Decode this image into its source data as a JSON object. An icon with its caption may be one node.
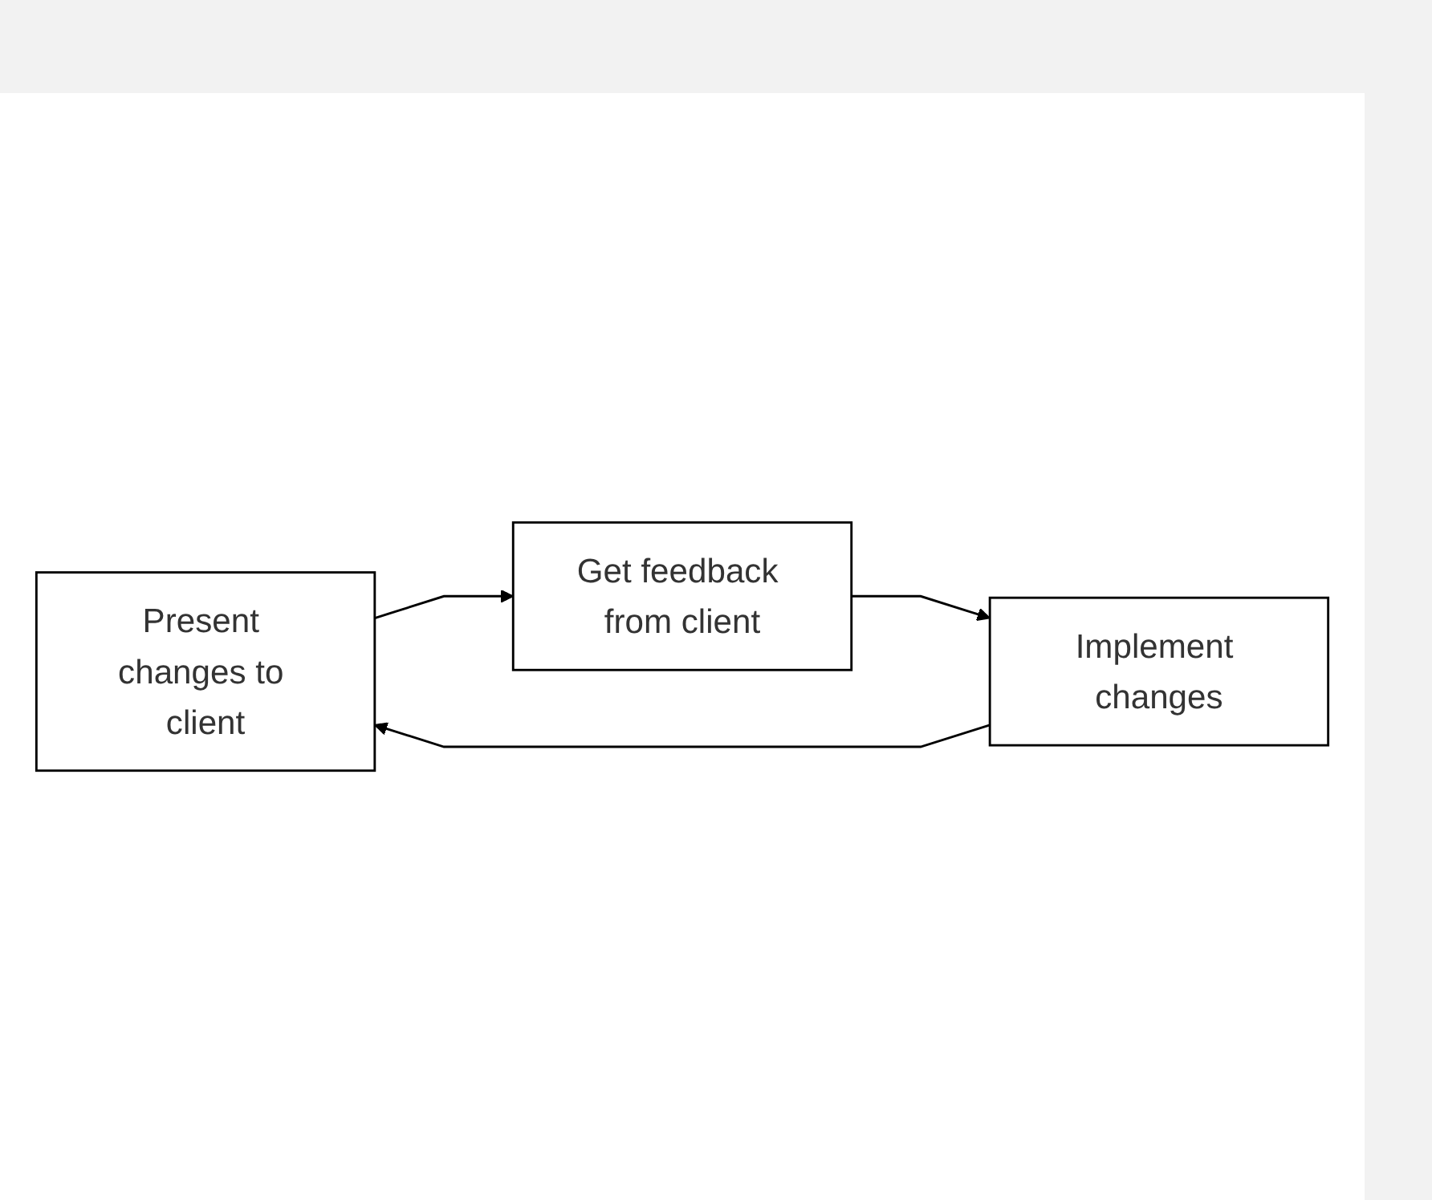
{
  "diagram": {
    "nodes": [
      {
        "text": [
          "Present changes to client"
        ]
      },
      {
        "text": [
          "Implement changes"
        ]
      },
      {
        "text": [
          "Get feedback from client"
        ]
      }
    ],
    "edges": [
      {
        "from": 1,
        "to": 0,
        "arrow": "to"
      },
      {
        "from": 0,
        "to": 2,
        "arrow": "to"
      },
      {
        "from": 2,
        "to": 1,
        "arrow": "to"
      }
    ]
  }
}
